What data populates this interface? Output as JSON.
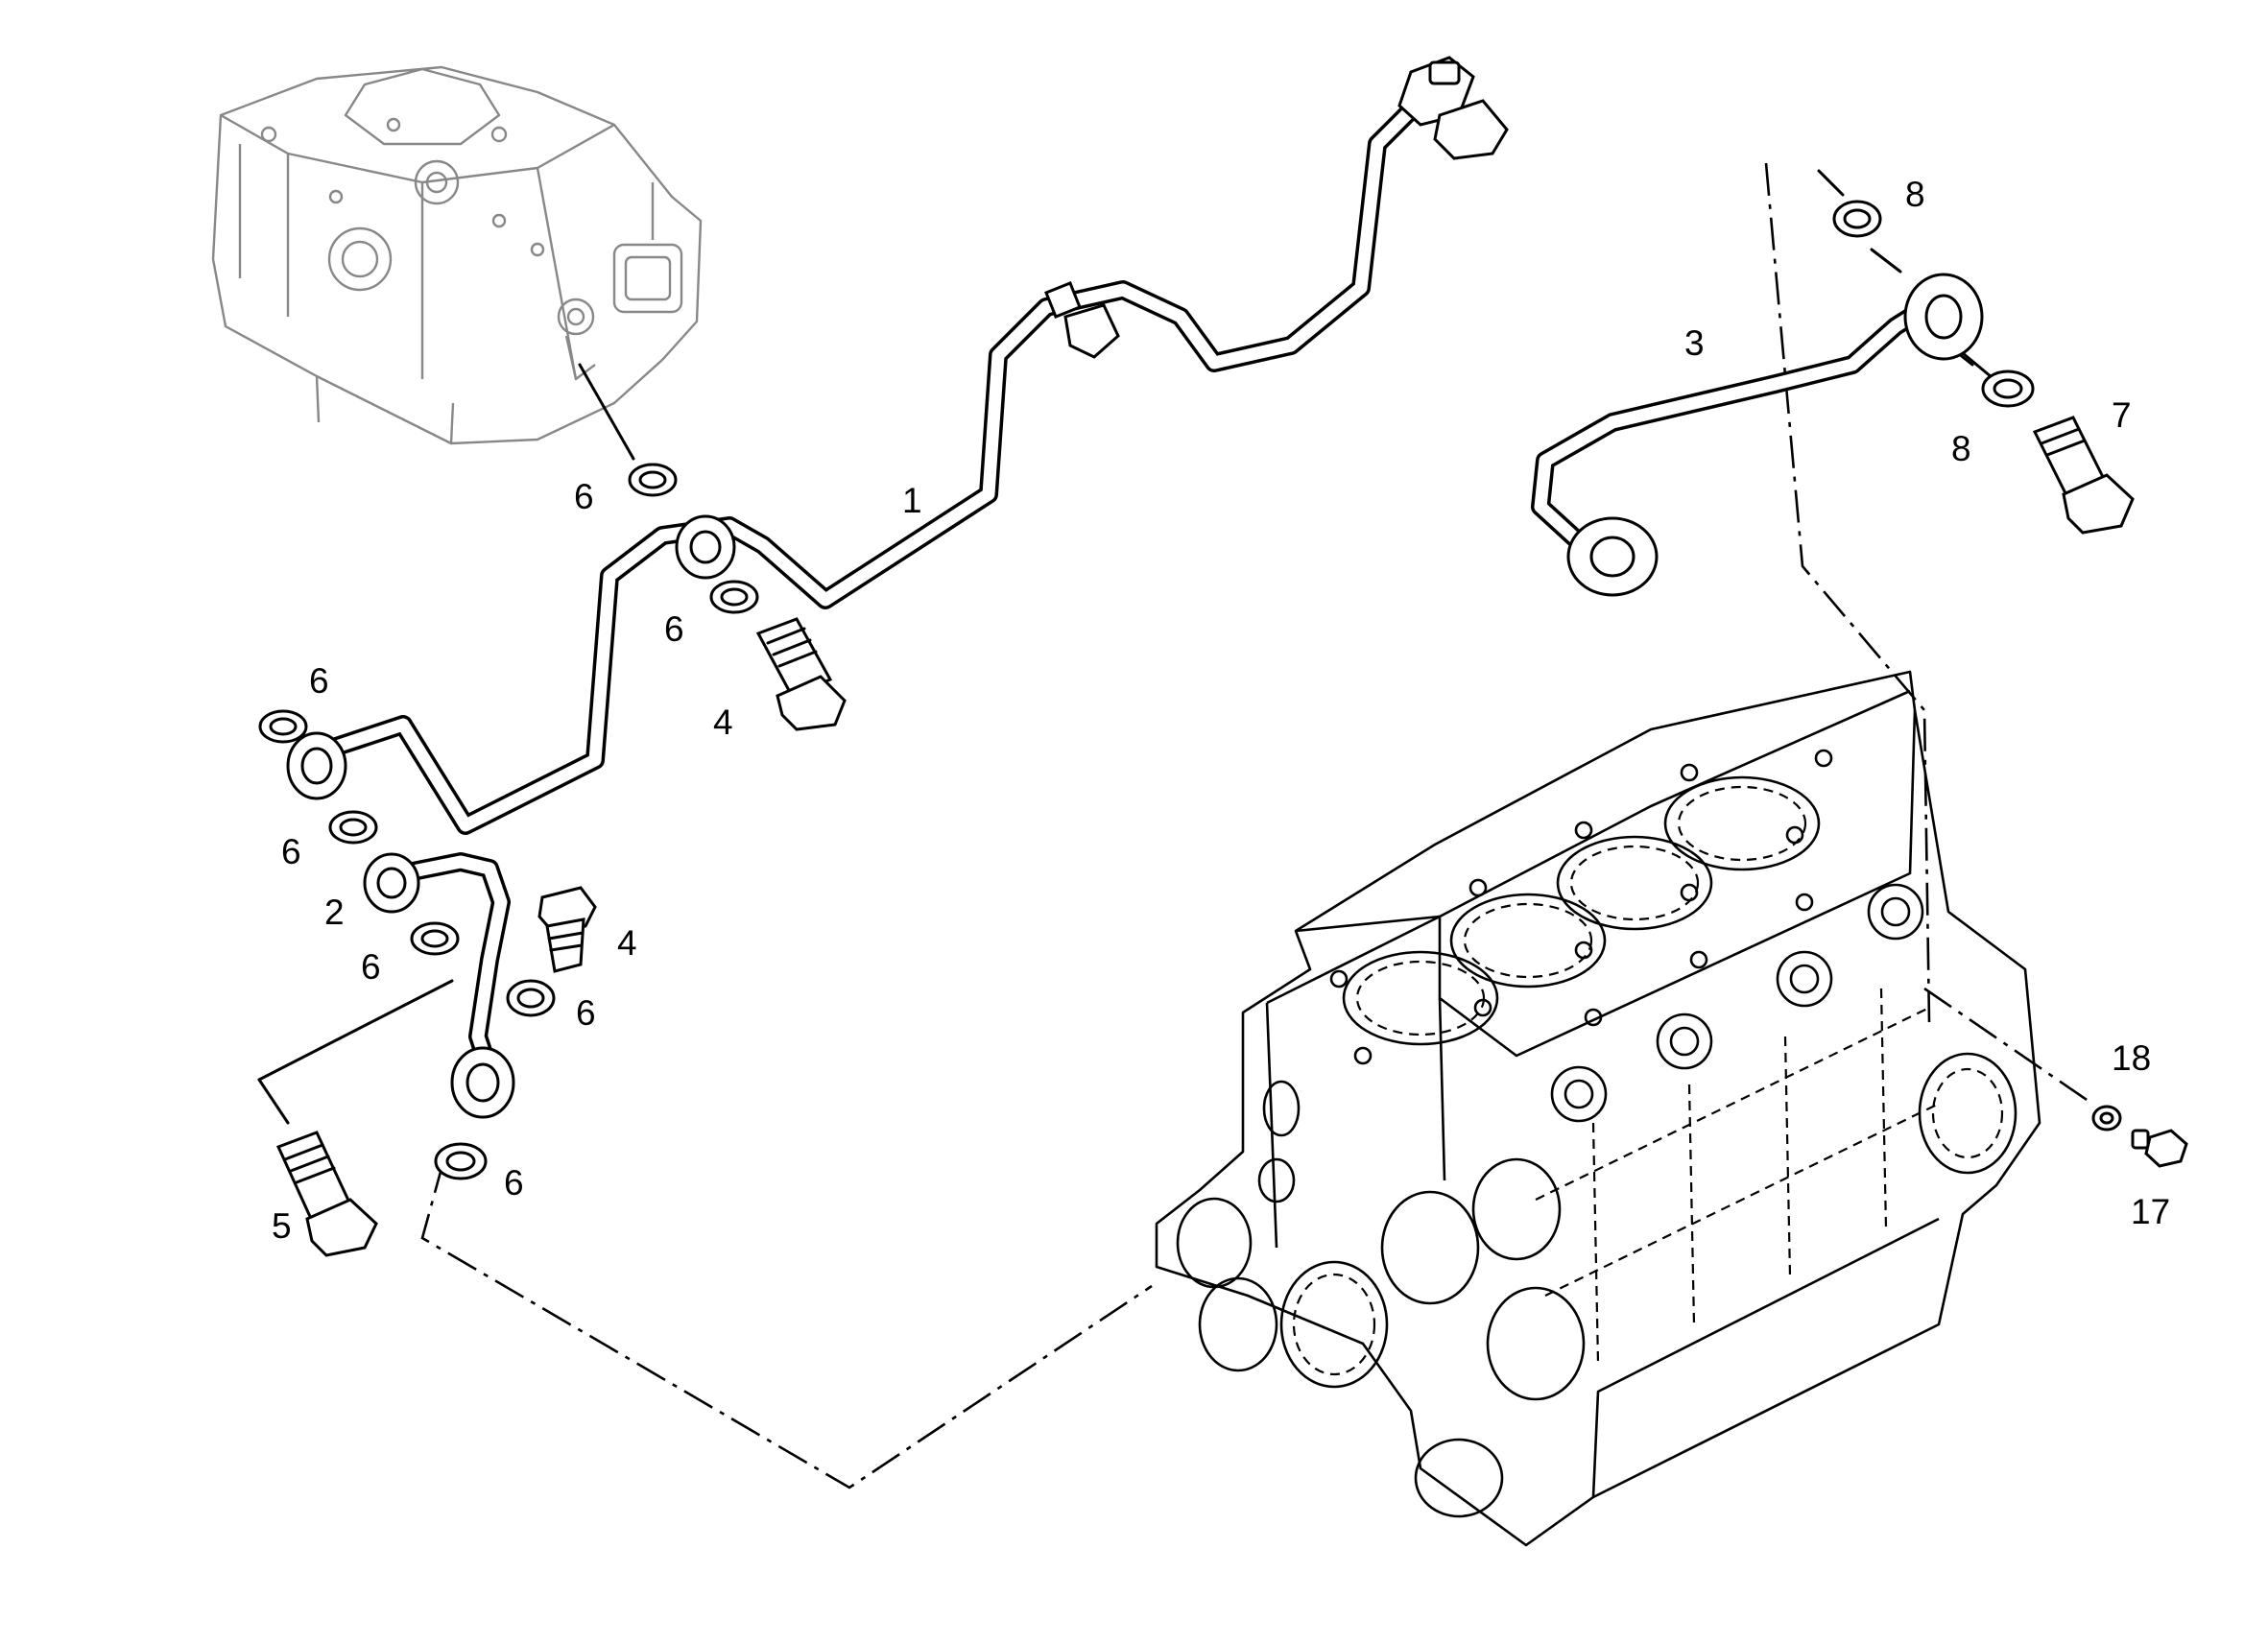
{
  "diagram": {
    "callouts": [
      {
        "id": "c1",
        "text": "1"
      },
      {
        "id": "c2",
        "text": "2"
      },
      {
        "id": "c3",
        "text": "3"
      },
      {
        "id": "c4a",
        "text": "4"
      },
      {
        "id": "c4b",
        "text": "4"
      },
      {
        "id": "c5",
        "text": "5"
      },
      {
        "id": "c6a",
        "text": "6"
      },
      {
        "id": "c6b",
        "text": "6"
      },
      {
        "id": "c6c",
        "text": "6"
      },
      {
        "id": "c6d",
        "text": "6"
      },
      {
        "id": "c6e",
        "text": "6"
      },
      {
        "id": "c6f",
        "text": "6"
      },
      {
        "id": "c6g",
        "text": "6"
      },
      {
        "id": "c7",
        "text": "7"
      },
      {
        "id": "c8a",
        "text": "8"
      },
      {
        "id": "c8b",
        "text": "8"
      },
      {
        "id": "c17",
        "text": "17"
      },
      {
        "id": "c18",
        "text": "18"
      }
    ],
    "parts": [
      {
        "ref": "1",
        "name": "oil-pipe-long"
      },
      {
        "ref": "2",
        "name": "oil-pipe-short"
      },
      {
        "ref": "3",
        "name": "oil-pipe-right"
      },
      {
        "ref": "4",
        "name": "banjo-bolt"
      },
      {
        "ref": "5",
        "name": "banjo-bolt-long"
      },
      {
        "ref": "6",
        "name": "sealing-washer"
      },
      {
        "ref": "7",
        "name": "banjo-bolt-right"
      },
      {
        "ref": "8",
        "name": "sealing-washer-right"
      },
      {
        "ref": "17",
        "name": "plug-screw"
      },
      {
        "ref": "18",
        "name": "plug-washer"
      }
    ]
  }
}
